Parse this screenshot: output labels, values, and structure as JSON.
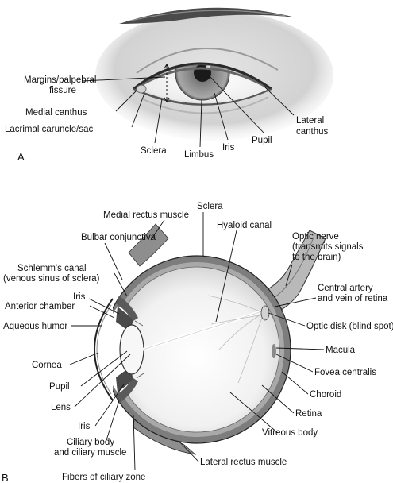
{
  "panels": {
    "a": {
      "letter": "A",
      "labels": {
        "margins": [
          "Margins/palpebral",
          "fissure"
        ],
        "medial_canthus": "Medial canthus",
        "lacrimal": "Lacrimal caruncle/sac",
        "sclera": "Sclera",
        "limbus": "Limbus",
        "iris": "Iris",
        "pupil": "Pupil",
        "lateral_canthus": [
          "Lateral",
          "canthus"
        ]
      }
    },
    "b": {
      "letter": "B",
      "labels": {
        "sclera": "Sclera",
        "medial_rectus": "Medial rectus muscle",
        "bulbar_conjunctiva": "Bulbar conjunctiva",
        "hyaloid_canal": "Hyaloid canal",
        "optic_nerve": [
          "Optic nerve",
          "(transmits signals",
          "to the brain)"
        ],
        "schlemm": [
          "Schlemm's canal",
          "(venous sinus of sclera)"
        ],
        "iris_upper": "Iris",
        "anterior_chamber": "Anterior chamber",
        "aqueous_humor": "Aqueous humor",
        "central_artery": [
          "Central artery",
          "and vein of retina"
        ],
        "optic_disk": "Optic disk (blind spot)",
        "macula": "Macula",
        "cornea": "Cornea",
        "fovea": "Fovea centralis",
        "pupil": "Pupil",
        "choroid": "Choroid",
        "lens": "Lens",
        "retina": "Retina",
        "iris_lower": "Iris",
        "vitreous": "Vitreous body",
        "ciliary": [
          "Ciliary body",
          "and ciliary muscle"
        ],
        "lateral_rectus": "Lateral rectus muscle",
        "fibers": "Fibers of ciliary zone"
      }
    }
  }
}
